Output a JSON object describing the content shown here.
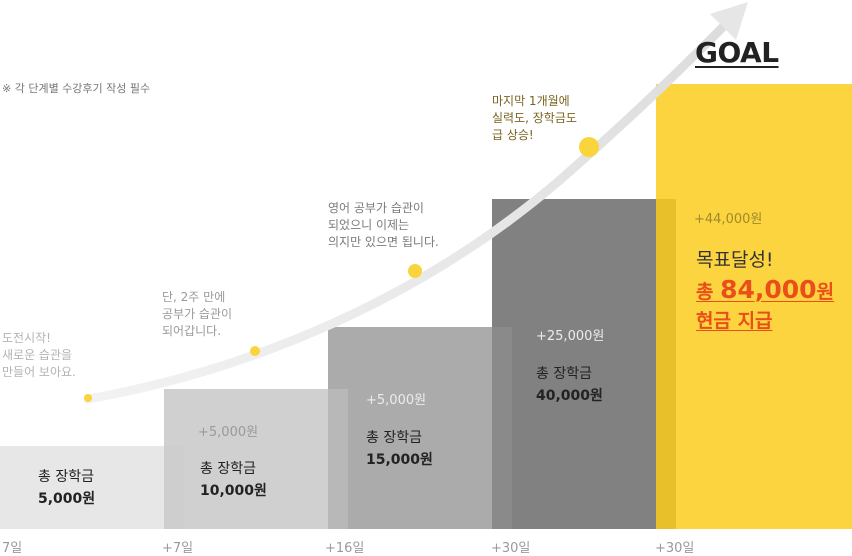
{
  "notice": "※ 각 단계별 수강후기 작성 필수",
  "goal_label": "GOAL",
  "chart_data": {
    "type": "bar",
    "categories": [
      "7일",
      "+7일",
      "+16일",
      "+30일",
      "+30일"
    ],
    "increments": [
      null,
      "+5,000원",
      "+5,000원",
      "+25,000원",
      "+44,000원"
    ],
    "totals_prefix": "총 장학금",
    "totals": [
      "5,000원",
      "10,000원",
      "15,000원",
      "40,000원"
    ],
    "values": [
      5000,
      10000,
      15000,
      40000,
      84000
    ],
    "notes": [
      "도전시작!\n새로운 습관을\n만들어 보아요.",
      "단, 2주 만에\n공부가 습관이\n되어갑니다.",
      "영어 공부가 습관이\n되었으니 이제는\n의지만 있으면 됩니다.",
      "마지막 1개월에\n실력도, 장학금도\n급 상승!"
    ],
    "final": {
      "line1": "목표달성!",
      "prefix": "총 ",
      "amount": "84,000",
      "unit": "원",
      "line3": "현금 지급"
    },
    "colors": {
      "bar1": "#e6e6e6",
      "bar2": "#cecece",
      "bar3": "#a6a6a6",
      "bar4": "#7a7a7a",
      "bar5": "#fcd43f",
      "dot": "#f9d43a",
      "accent": "#e94e1b"
    }
  }
}
